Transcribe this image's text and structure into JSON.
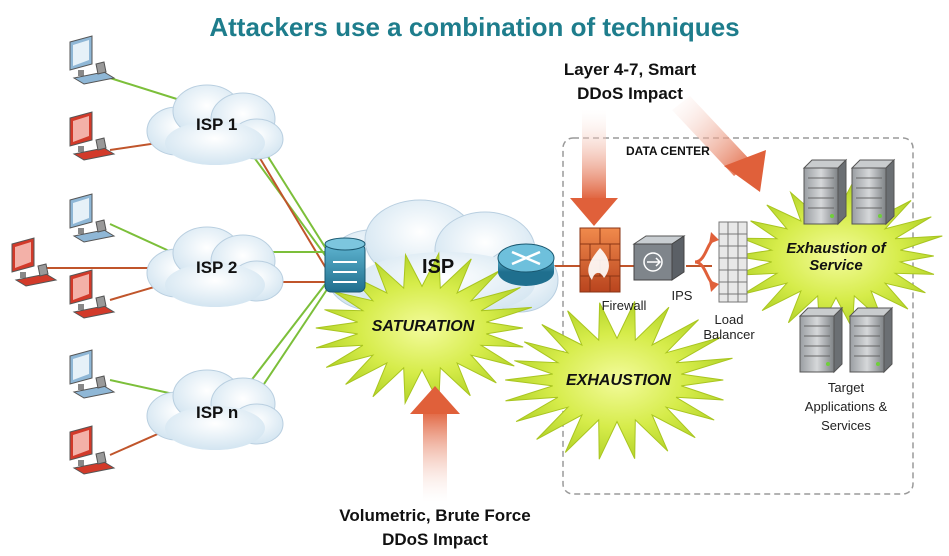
{
  "title": "Attackers use a combination of techniques",
  "top_impact": {
    "line1": "Layer 4-7, Smart",
    "line2": "DDoS Impact"
  },
  "bottom_impact": {
    "line1": "Volumetric, Brute Force",
    "line2": "DDoS Impact"
  },
  "data_center_label": "DATA CENTER",
  "isp_clouds": [
    "ISP 1",
    "ISP 2",
    "ISP n"
  ],
  "core_isp_label": "ISP",
  "bursts": {
    "saturation": "SATURATION",
    "exhaustion": "EXHAUSTION",
    "service": {
      "line1": "Exhaustion of",
      "line2": "Service"
    }
  },
  "devices": {
    "firewall": "Firewall",
    "ips": "IPS",
    "load_balancer": {
      "line1": "Load",
      "line2": "Balancer"
    },
    "targets": {
      "line1": "Target",
      "line2": "Applications &",
      "line3": "Services"
    }
  },
  "colors": {
    "title": "#1e7d8c",
    "attacker": "#d23a2a",
    "legit": "#8fb7d6",
    "green_link": "#7cbf3a",
    "red_link": "#c0552b",
    "burst": "#c8e23a",
    "arrow": "#e06a3e"
  }
}
